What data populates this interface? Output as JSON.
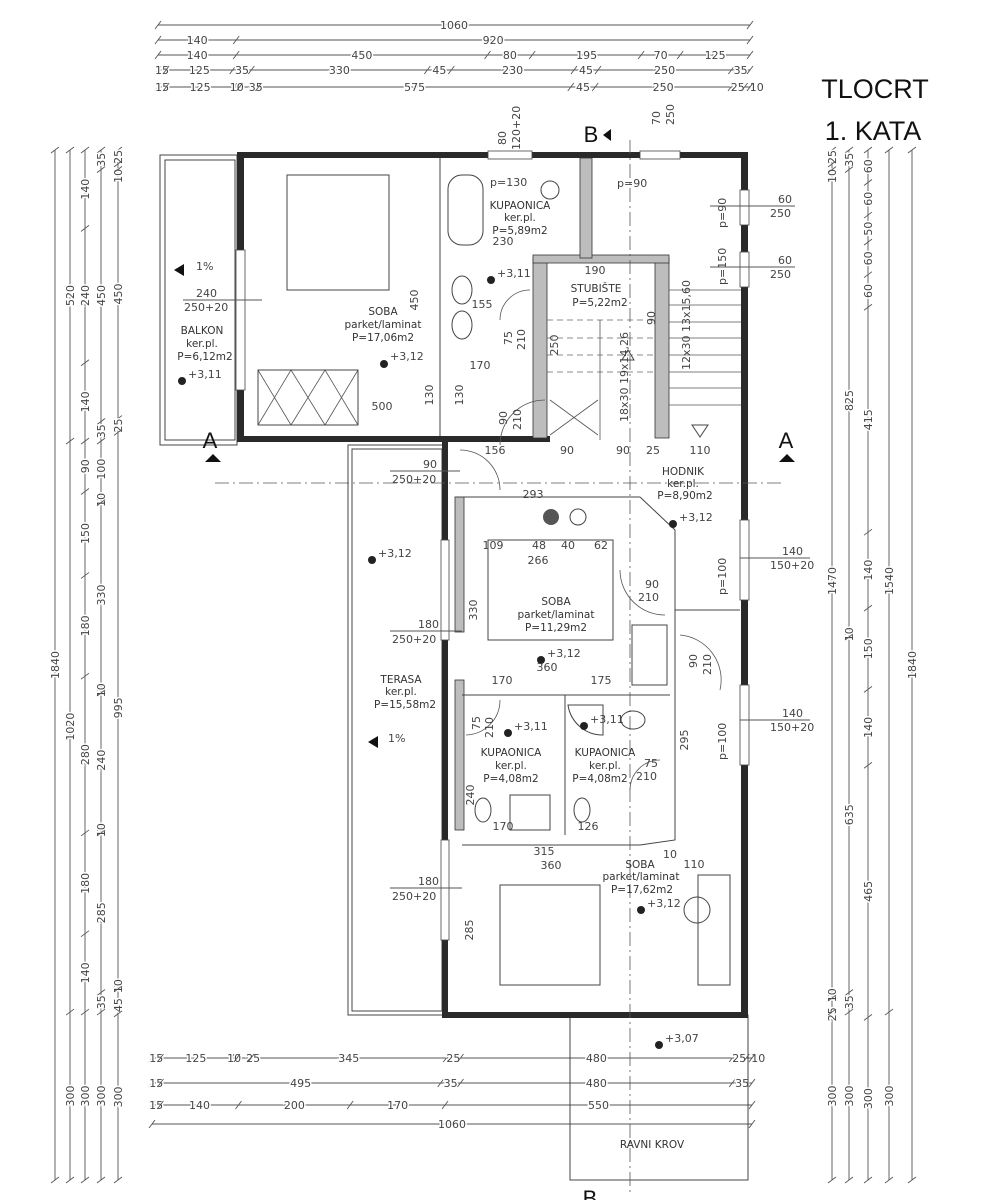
{
  "title": {
    "line1": "TLOCRT",
    "line2": "1. KATA"
  },
  "sections": {
    "a_left": "A",
    "a_right": "A",
    "b_top": "B",
    "b_bottom": "B"
  },
  "rooms": {
    "balkon": {
      "name": "BALKON",
      "floor": "ker.pl.",
      "area": "P=6,12m2"
    },
    "soba1": {
      "name": "SOBA",
      "floor": "parket/laminat",
      "area": "P=17,06m2"
    },
    "kupaonica1": {
      "name": "KUPAONICA",
      "floor": "ker.pl.",
      "area": "P=5,89m2"
    },
    "stubiste": {
      "name": "STUBIŠTE",
      "area": "P=5,22m2"
    },
    "hodnik": {
      "name": "HODNIK",
      "floor": "ker.pl.",
      "area": "P=8,90m2"
    },
    "soba2": {
      "name": "SOBA",
      "floor": "parket/laminat",
      "area": "P=11,29m2"
    },
    "terasa": {
      "name": "TERASA",
      "floor": "ker.pl.",
      "area": "P=15,58m2"
    },
    "kupaonica2": {
      "name": "KUPAONICA",
      "floor": "ker.pl.",
      "area": "P=4,08m2"
    },
    "kupaonica3": {
      "name": "KUPAONICA",
      "floor": "ker.pl.",
      "area": "P=4,08m2"
    },
    "soba3": {
      "name": "SOBA",
      "floor": "parket/laminat",
      "area": "P=17,62m2"
    },
    "ravni_krov": {
      "name": "RAVNI KROV"
    }
  },
  "levels": {
    "balkon": "+3,11",
    "soba1": "+3,12",
    "kupaonica1": "+3,11",
    "hodnik": "+3,12",
    "terasa": "+3,12",
    "soba2": "+3,12",
    "kupaonica2": "+3,11",
    "kupaonica3": "+3,11",
    "soba3": "+3,12",
    "krov": "+3,07"
  },
  "slopes": {
    "balkon": "1%",
    "terasa": "1%"
  },
  "openings": {
    "balkon_door": {
      "w": "240",
      "h": "250+20"
    },
    "terasa_door1": {
      "w": "90",
      "h": "250+20"
    },
    "terasa_door2": {
      "w": "180",
      "h": "250+20"
    },
    "terasa_door3": {
      "w": "180",
      "h": "250+20"
    },
    "win_east1": {
      "w": "140",
      "h": "150+20"
    },
    "win_east2": {
      "w": "140",
      "h": "150+20"
    },
    "win_stair1": {
      "w": "60",
      "h": "250"
    },
    "win_stair2": {
      "w": "60",
      "h": "250"
    },
    "top_win1": {
      "w": "80",
      "h": "120+20"
    },
    "top_win2": {
      "w": "70",
      "h": "250"
    },
    "door_soba1": {
      "w": "90",
      "h": "210"
    },
    "door_bath1": {
      "w": "75",
      "h": "210"
    },
    "door_soba2": {
      "w": "90",
      "h": "210"
    },
    "door_soba3": {
      "w": "90",
      "h": "210"
    },
    "door_bath2": {
      "w": "75",
      "h": "210"
    },
    "door_bath3": {
      "w": "75",
      "h": "210"
    },
    "sill_bath": "p=130",
    "sill_stair1": "p=90",
    "sill_stair2": "p=90",
    "sill_stair3": "p=150",
    "sill_east1": "p=100",
    "sill_east2": "p=100",
    "stairs1": "12x30 13x15,60",
    "stairs2": "18x30 19x14,26"
  },
  "inner_dims": [
    "450",
    "155",
    "170",
    "130",
    "130",
    "500",
    "230",
    "190",
    "90",
    "250",
    "156",
    "90",
    "90",
    "25",
    "110",
    "293",
    "109",
    "48",
    "40",
    "62",
    "266",
    "330",
    "360",
    "170",
    "175",
    "295",
    "240",
    "170",
    "126",
    "315",
    "360",
    "10",
    "110",
    "285"
  ],
  "dimensions": {
    "top": [
      [
        "1060"
      ],
      [
        "140",
        "920"
      ],
      [
        "140",
        "450",
        "80",
        "195",
        "70",
        "125"
      ],
      [
        "15",
        "125",
        "35",
        "330",
        "45",
        "230",
        "45",
        "250",
        "35"
      ],
      [
        "15",
        "125",
        "10",
        "35",
        "575",
        "45",
        "250",
        "25",
        "10"
      ]
    ],
    "bottom": [
      [
        "15",
        "125",
        "10",
        "25",
        "345",
        "25",
        "480",
        "25",
        "10"
      ],
      [
        "15",
        "495",
        "35",
        "480",
        "35"
      ],
      [
        "15",
        "140",
        "200",
        "170",
        "550"
      ],
      [
        "1060"
      ]
    ],
    "left": [
      [
        "1840"
      ],
      [
        "520",
        "1020",
        "300"
      ],
      [
        "140",
        "240",
        "140",
        "90",
        "150",
        "180",
        "280",
        "180",
        "140",
        "300"
      ],
      [
        "35",
        "450",
        "35",
        "100",
        "10",
        "330",
        "10",
        "240",
        "10",
        "285",
        "35",
        "300"
      ],
      [
        "25",
        "10",
        "450",
        "25",
        "995",
        "10",
        "45",
        "300"
      ]
    ],
    "right": [
      [
        "25",
        "10",
        "1470",
        "10",
        "25",
        "300"
      ],
      [
        "35",
        "825",
        "10",
        "635",
        "35",
        "300"
      ],
      [
        "60",
        "60",
        "50",
        "60",
        "60",
        "415",
        "140",
        "150",
        "140",
        "465",
        "300"
      ],
      [
        "1540",
        "300"
      ],
      [
        "1840"
      ]
    ]
  }
}
